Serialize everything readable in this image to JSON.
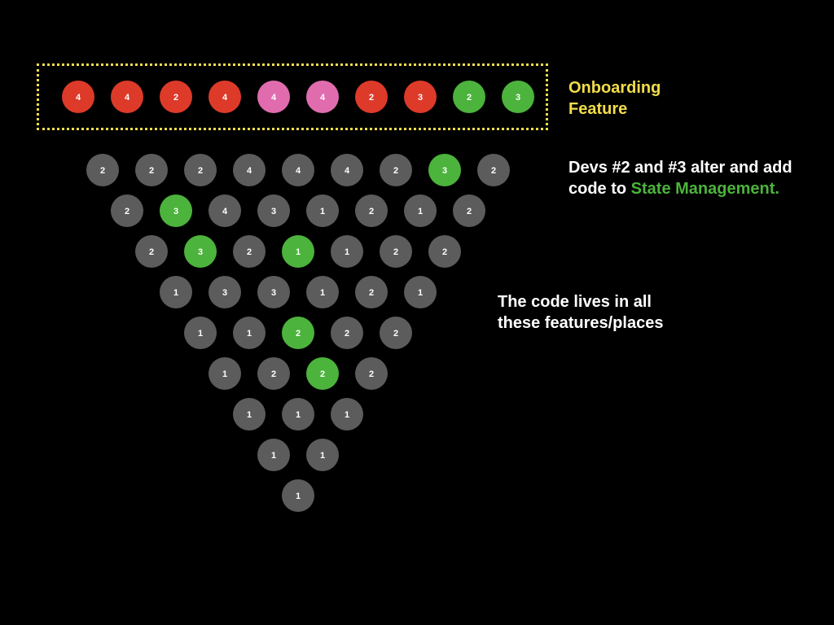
{
  "colors": {
    "background": "#000000",
    "feature_border": "#f2dd4a",
    "highlight_text": "#4cb33c",
    "node_text": "#ffffff"
  },
  "node_colors": {
    "red": "#dd3a2a",
    "pink": "#e06cae",
    "green": "#4cb33c",
    "gray": "#5c5c5c"
  },
  "feature_row": [
    {
      "label": "4",
      "color": "red"
    },
    {
      "label": "4",
      "color": "red"
    },
    {
      "label": "2",
      "color": "red"
    },
    {
      "label": "4",
      "color": "red"
    },
    {
      "label": "4",
      "color": "pink"
    },
    {
      "label": "4",
      "color": "pink"
    },
    {
      "label": "2",
      "color": "red"
    },
    {
      "label": "3",
      "color": "red"
    },
    {
      "label": "2",
      "color": "green"
    },
    {
      "label": "3",
      "color": "green"
    }
  ],
  "pyramid_rows": [
    [
      {
        "label": "2",
        "color": "gray"
      },
      {
        "label": "2",
        "color": "gray"
      },
      {
        "label": "2",
        "color": "gray"
      },
      {
        "label": "4",
        "color": "gray"
      },
      {
        "label": "4",
        "color": "gray"
      },
      {
        "label": "4",
        "color": "gray"
      },
      {
        "label": "2",
        "color": "gray"
      },
      {
        "label": "3",
        "color": "green"
      },
      {
        "label": "2",
        "color": "gray"
      }
    ],
    [
      {
        "label": "2",
        "color": "gray"
      },
      {
        "label": "3",
        "color": "green"
      },
      {
        "label": "4",
        "color": "gray"
      },
      {
        "label": "3",
        "color": "gray"
      },
      {
        "label": "1",
        "color": "gray"
      },
      {
        "label": "2",
        "color": "gray"
      },
      {
        "label": "1",
        "color": "gray"
      },
      {
        "label": "2",
        "color": "gray"
      }
    ],
    [
      {
        "label": "2",
        "color": "gray"
      },
      {
        "label": "3",
        "color": "green"
      },
      {
        "label": "2",
        "color": "gray"
      },
      {
        "label": "1",
        "color": "green"
      },
      {
        "label": "1",
        "color": "gray"
      },
      {
        "label": "2",
        "color": "gray"
      },
      {
        "label": "2",
        "color": "gray"
      }
    ],
    [
      {
        "label": "1",
        "color": "gray"
      },
      {
        "label": "3",
        "color": "gray"
      },
      {
        "label": "3",
        "color": "gray"
      },
      {
        "label": "1",
        "color": "gray"
      },
      {
        "label": "2",
        "color": "gray"
      },
      {
        "label": "1",
        "color": "gray"
      }
    ],
    [
      {
        "label": "1",
        "color": "gray"
      },
      {
        "label": "1",
        "color": "gray"
      },
      {
        "label": "2",
        "color": "green"
      },
      {
        "label": "2",
        "color": "gray"
      },
      {
        "label": "2",
        "color": "gray"
      }
    ],
    [
      {
        "label": "1",
        "color": "gray"
      },
      {
        "label": "2",
        "color": "gray"
      },
      {
        "label": "2",
        "color": "green"
      },
      {
        "label": "2",
        "color": "gray"
      }
    ],
    [
      {
        "label": "1",
        "color": "gray"
      },
      {
        "label": "1",
        "color": "gray"
      },
      {
        "label": "1",
        "color": "gray"
      }
    ],
    [
      {
        "label": "1",
        "color": "gray"
      },
      {
        "label": "1",
        "color": "gray"
      }
    ],
    [
      {
        "label": "1",
        "color": "gray"
      }
    ]
  ],
  "captions": {
    "feature": "Onboarding\nFeature",
    "devs_prefix": "Devs #2 and #3 alter and add\ncode to ",
    "devs_highlight": "State Management.",
    "lives": "The code lives in all\nthese features/places"
  }
}
